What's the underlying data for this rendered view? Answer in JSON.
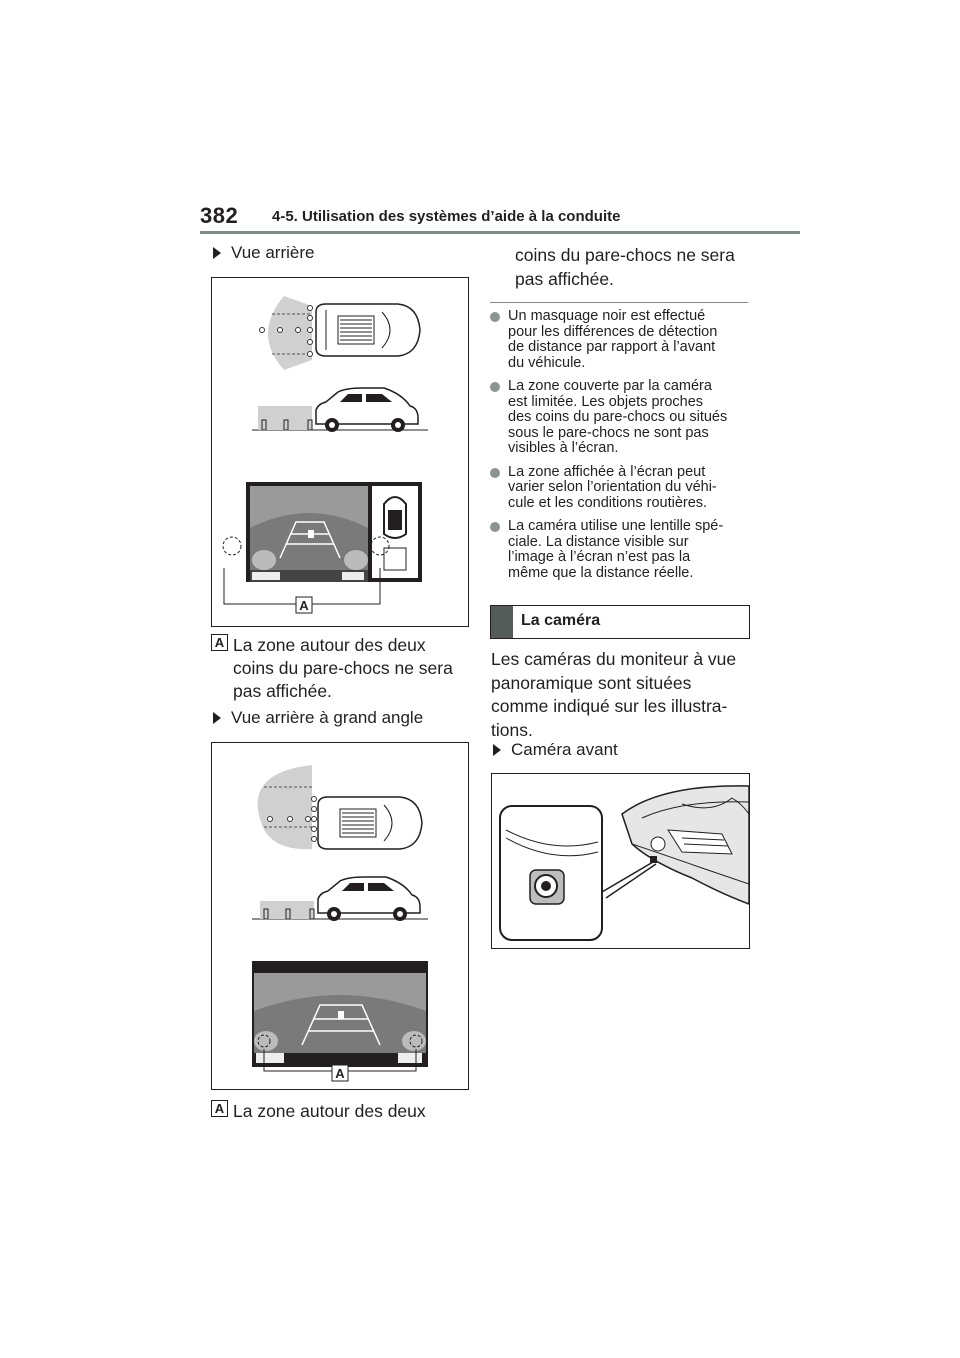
{
  "header": {
    "page_number": "382",
    "section_title": "4-5. Utilisation des systèmes d’aide à la conduite"
  },
  "left": {
    "heading1": "Vue arrière",
    "label_a": "A",
    "caption1": [
      "La zone autour des deux",
      "coins du pare-chocs ne sera",
      "pas affichée."
    ],
    "heading2": "Vue arrière à grand angle",
    "caption2": "La zone autour des deux"
  },
  "right": {
    "continued": [
      "coins du pare-chocs ne sera",
      "pas affichée."
    ],
    "bullets": [
      [
        "Un masquage noir est effectué",
        "pour les différences de détection",
        "de distance par rapport à l’avant",
        "du véhicule."
      ],
      [
        "La zone couverte par la caméra",
        "est limitée. Les objets proches",
        "des coins du pare-chocs ou situés",
        "sous le pare-chocs ne sont pas",
        "visibles à l’écran."
      ],
      [
        "La zone affichée à l’écran peut",
        "varier selon l’orientation du véhi-",
        "cule et les conditions routières."
      ],
      [
        "La caméra utilise une lentille spé-",
        "ciale. La distance visible sur",
        "l’image à l’écran n’est pas la",
        "même que la distance réelle."
      ]
    ],
    "section_title": "La caméra",
    "paragraph": [
      "Les caméras du moniteur à vue",
      "panoramique sont situées",
      "comme indiqué sur les illustra-",
      "tions."
    ],
    "heading3": "Caméra avant"
  },
  "colors": {
    "rule": "#7f8b86",
    "section_bar": "#555b59",
    "bullet": "#8c9490"
  }
}
